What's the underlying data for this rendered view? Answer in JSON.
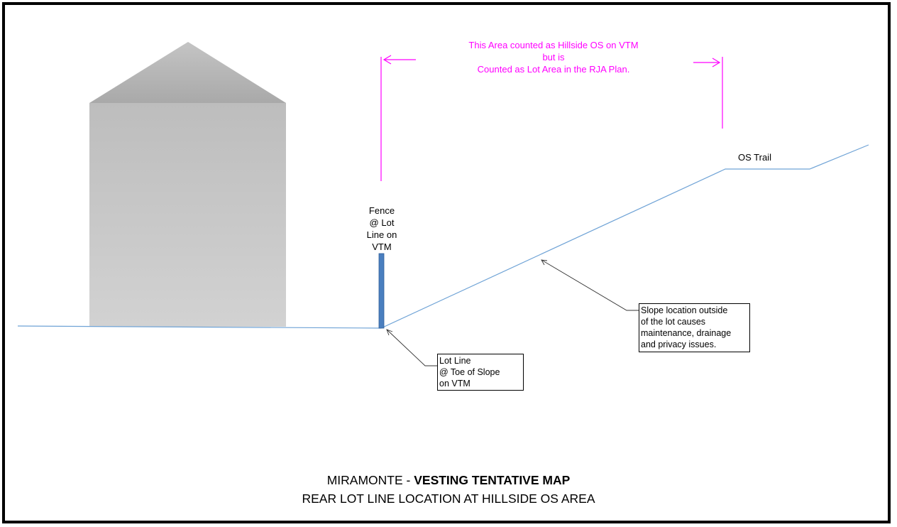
{
  "area_note": {
    "line1": "This Area counted as Hillside OS on VTM",
    "line2": "but is",
    "line3": "Counted as Lot Area in the RJA Plan."
  },
  "fence_label": {
    "line1": "Fence",
    "line2": "@ Lot",
    "line3": "Line on",
    "line4": "VTM"
  },
  "os_trail_label": "OS Trail",
  "lot_line_box": {
    "line1": "Lot Line",
    "line2": "@ Toe of Slope",
    "line3": "on VTM"
  },
  "slope_box": {
    "line1": "Slope location outside",
    "line2": "of the lot causes",
    "line3": "maintenance, drainage",
    "line4": "and privacy issues."
  },
  "title": {
    "prefix": "MIRAMONTE - ",
    "bold": "VESTING TENTATIVE MAP",
    "subtitle": "REAR LOT LINE LOCATION AT HILLSIDE OS AREA"
  },
  "colors": {
    "annotation": "#ff00ff",
    "ground_line": "#6fa3d6",
    "fence": "#4a7fbf",
    "house_wall": "#c8c8c8",
    "house_roof": "#b8b8b8"
  }
}
